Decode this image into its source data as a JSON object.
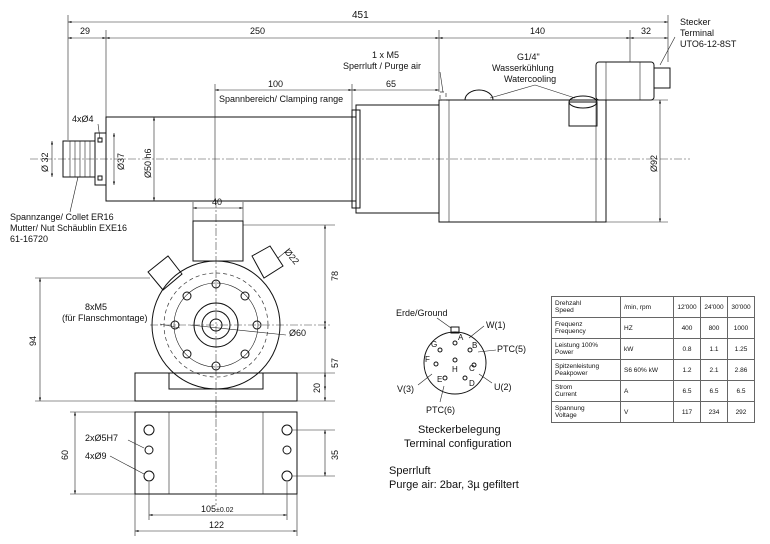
{
  "dimensions": {
    "total_length": "451",
    "collet_length": "29",
    "body_length": "250",
    "rear_length": "140",
    "terminal_length": "32",
    "clamping_length": "100",
    "mid_length": "65",
    "dia_32": "Ø 32",
    "dia_37": "Ø37",
    "dia_50": "Ø50 h6",
    "dia_92": "Ø92",
    "flange_width_40": "40",
    "dia_22": "Ø22",
    "height_78": "78",
    "height_94": "94",
    "height_57": "57",
    "height_20": "20",
    "dia_60": "Ø60",
    "height_60": "60",
    "height_35": "35",
    "width_105": "105",
    "width_105_tol": "±0.02",
    "width_122": "122"
  },
  "labels": {
    "holes_4x4": "4xØ4",
    "collet_line1": "Spannzange/ Collet  ER16",
    "collet_line2": "Mutter/ Nut Schäublin EXE16",
    "collet_line3": "61-16720",
    "clamping_range": "Spannbereich/ Clamping range",
    "purge_line1": "1 x M5",
    "purge_line2": "Sperrluft / Purge air",
    "water_line1": "G1/4\"",
    "water_line2": "Wasserkühlung",
    "water_line3": "Watercooling",
    "terminal_line1": "Stecker",
    "terminal_line2": "Terminal",
    "terminal_line3": "UTO6-12-8ST",
    "flange_line1": "8xM5",
    "flange_line2": "(für Flanschmontage)",
    "holes_2x5": "2xØ5H7",
    "holes_4x9": "4xØ9"
  },
  "connector": {
    "ground": "Erde/Ground",
    "w1": "W(1)",
    "ptc5": "PTC(5)",
    "u2": "U(2)",
    "v3": "V(3)",
    "ptc6": "PTC(6)",
    "pin_a": "A",
    "pin_b": "B",
    "pin_c": "C",
    "pin_d": "D",
    "pin_e": "E",
    "pin_f": "F",
    "pin_g": "G",
    "pin_h": "H",
    "caption1": "Steckerbelegung",
    "caption2": "Terminal configuration"
  },
  "purge": {
    "line1": "Sperrluft",
    "line2": "Purge air: 2bar, 3µ gefiltert"
  },
  "table": {
    "rows": [
      {
        "label1": "Drehzahl",
        "label2": "Speed",
        "unit": "/min, rpm",
        "v1": "12'000",
        "v2": "24'000",
        "v3": "30'000"
      },
      {
        "label1": "Frequenz",
        "label2": "Frequency",
        "unit": "HZ",
        "v1": "400",
        "v2": "800",
        "v3": "1000"
      },
      {
        "label1": "Leistung 100%",
        "label2": "Power",
        "unit": "kW",
        "v1": "0.8",
        "v2": "1.1",
        "v3": "1.25"
      },
      {
        "label1": "Spitzenleistung",
        "label2": "Peakpower",
        "unit": "S6 60% kW",
        "v1": "1.2",
        "v2": "2.1",
        "v3": "2.86"
      },
      {
        "label1": "Strom",
        "label2": "Current",
        "unit": "A",
        "v1": "6.5",
        "v2": "6.5",
        "v3": "6.5"
      },
      {
        "label1": "Spannung",
        "label2": "Voltage",
        "unit": "V",
        "v1": "117",
        "v2": "234",
        "v3": "292"
      }
    ]
  }
}
